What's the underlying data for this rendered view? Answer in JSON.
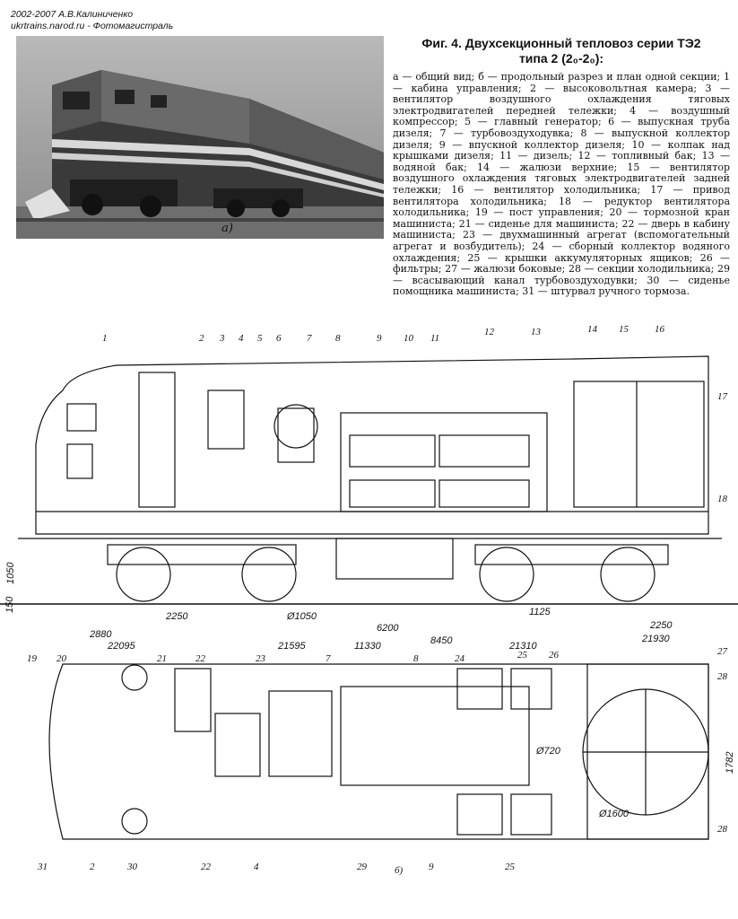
{
  "credit": {
    "line1": "2002-2007 А.В.Калиниченко",
    "line2": "ukrtrains.narod.ru - Фотомагистраль"
  },
  "photo": {
    "label": "а)"
  },
  "caption": {
    "title_line1": "Фиг. 4. Двухсекционный тепловоз серии ТЭ2",
    "title_line2": "типа 2 (2₀-2₀):",
    "body": "а — общий вид; б — продольный разрез и план одной секции; 1 — кабина управления; 2 — высоковольтная камера; 3 — вентилятор воздушного охлаждения тяговых электродвигателей передней тележки; 4 — воздушный компрессор; 5 — главный генератор; 6 — выпускная труба дизеля; 7 — турбовоздуходувка; 8 — выпускной коллектор дизеля; 9 — впускной коллектор дизеля; 10 — колпак над крышками дизеля; 11 — дизель; 12 — топливный бак; 13 — водяной бак; 14 — жалюзи верхние; 15 — вентилятор воздушного охлаждения тяговых электродвигателей задней тележки; 16 — вентилятор холодильника; 17 — привод вентилятора холодильника; 18 — редуктор вентилятора холодильника; 19 — пост управления; 20 — тормозной кран машиниста; 21 — сиденье для машиниста; 22 — дверь в кабину машиниста; 23 — двухмашинный агрегат (вспомогательный агрегат и возбудитель); 24 — сборный коллектор водяного охлаждения; 25 — крышки аккумуляторных ящиков; 26 — фильтры; 27 — жалюзи боковые; 28 — секции холодильника; 29 — всасывающий канал турбовоздуходувки; 30 — сиденье помощника машиниста; 31 — штурвал ручного тормоза."
  },
  "drawing": {
    "side_labels": [
      "1",
      "2",
      "3",
      "4",
      "5",
      "6",
      "7",
      "8",
      "9",
      "10",
      "11",
      "12",
      "13",
      "14",
      "15",
      "16",
      "17",
      "18"
    ],
    "plan_labels": [
      "19",
      "20",
      "21",
      "22",
      "23",
      "7",
      "8",
      "24",
      "25",
      "26",
      "27",
      "28",
      "28",
      "31",
      "2",
      "30",
      "22",
      "4",
      "29",
      "9",
      "25"
    ],
    "dimensions": {
      "height_1050": "1050",
      "height_150": "150",
      "d_2250_front": "2250",
      "wheel_d1050": "Ø1050",
      "d_2880": "2880",
      "d_6200": "6200",
      "d_1125": "1125",
      "d_2250_rear": "2250",
      "d_8450": "8450",
      "d_21595": "21595",
      "d_21310": "21310",
      "d_21930": "21930",
      "d_22095": "22095",
      "d_11330": "11330",
      "d_720": "Ø720",
      "d_1782": "1782",
      "d_1600": "Ø1600"
    },
    "plan_label": "б)"
  }
}
